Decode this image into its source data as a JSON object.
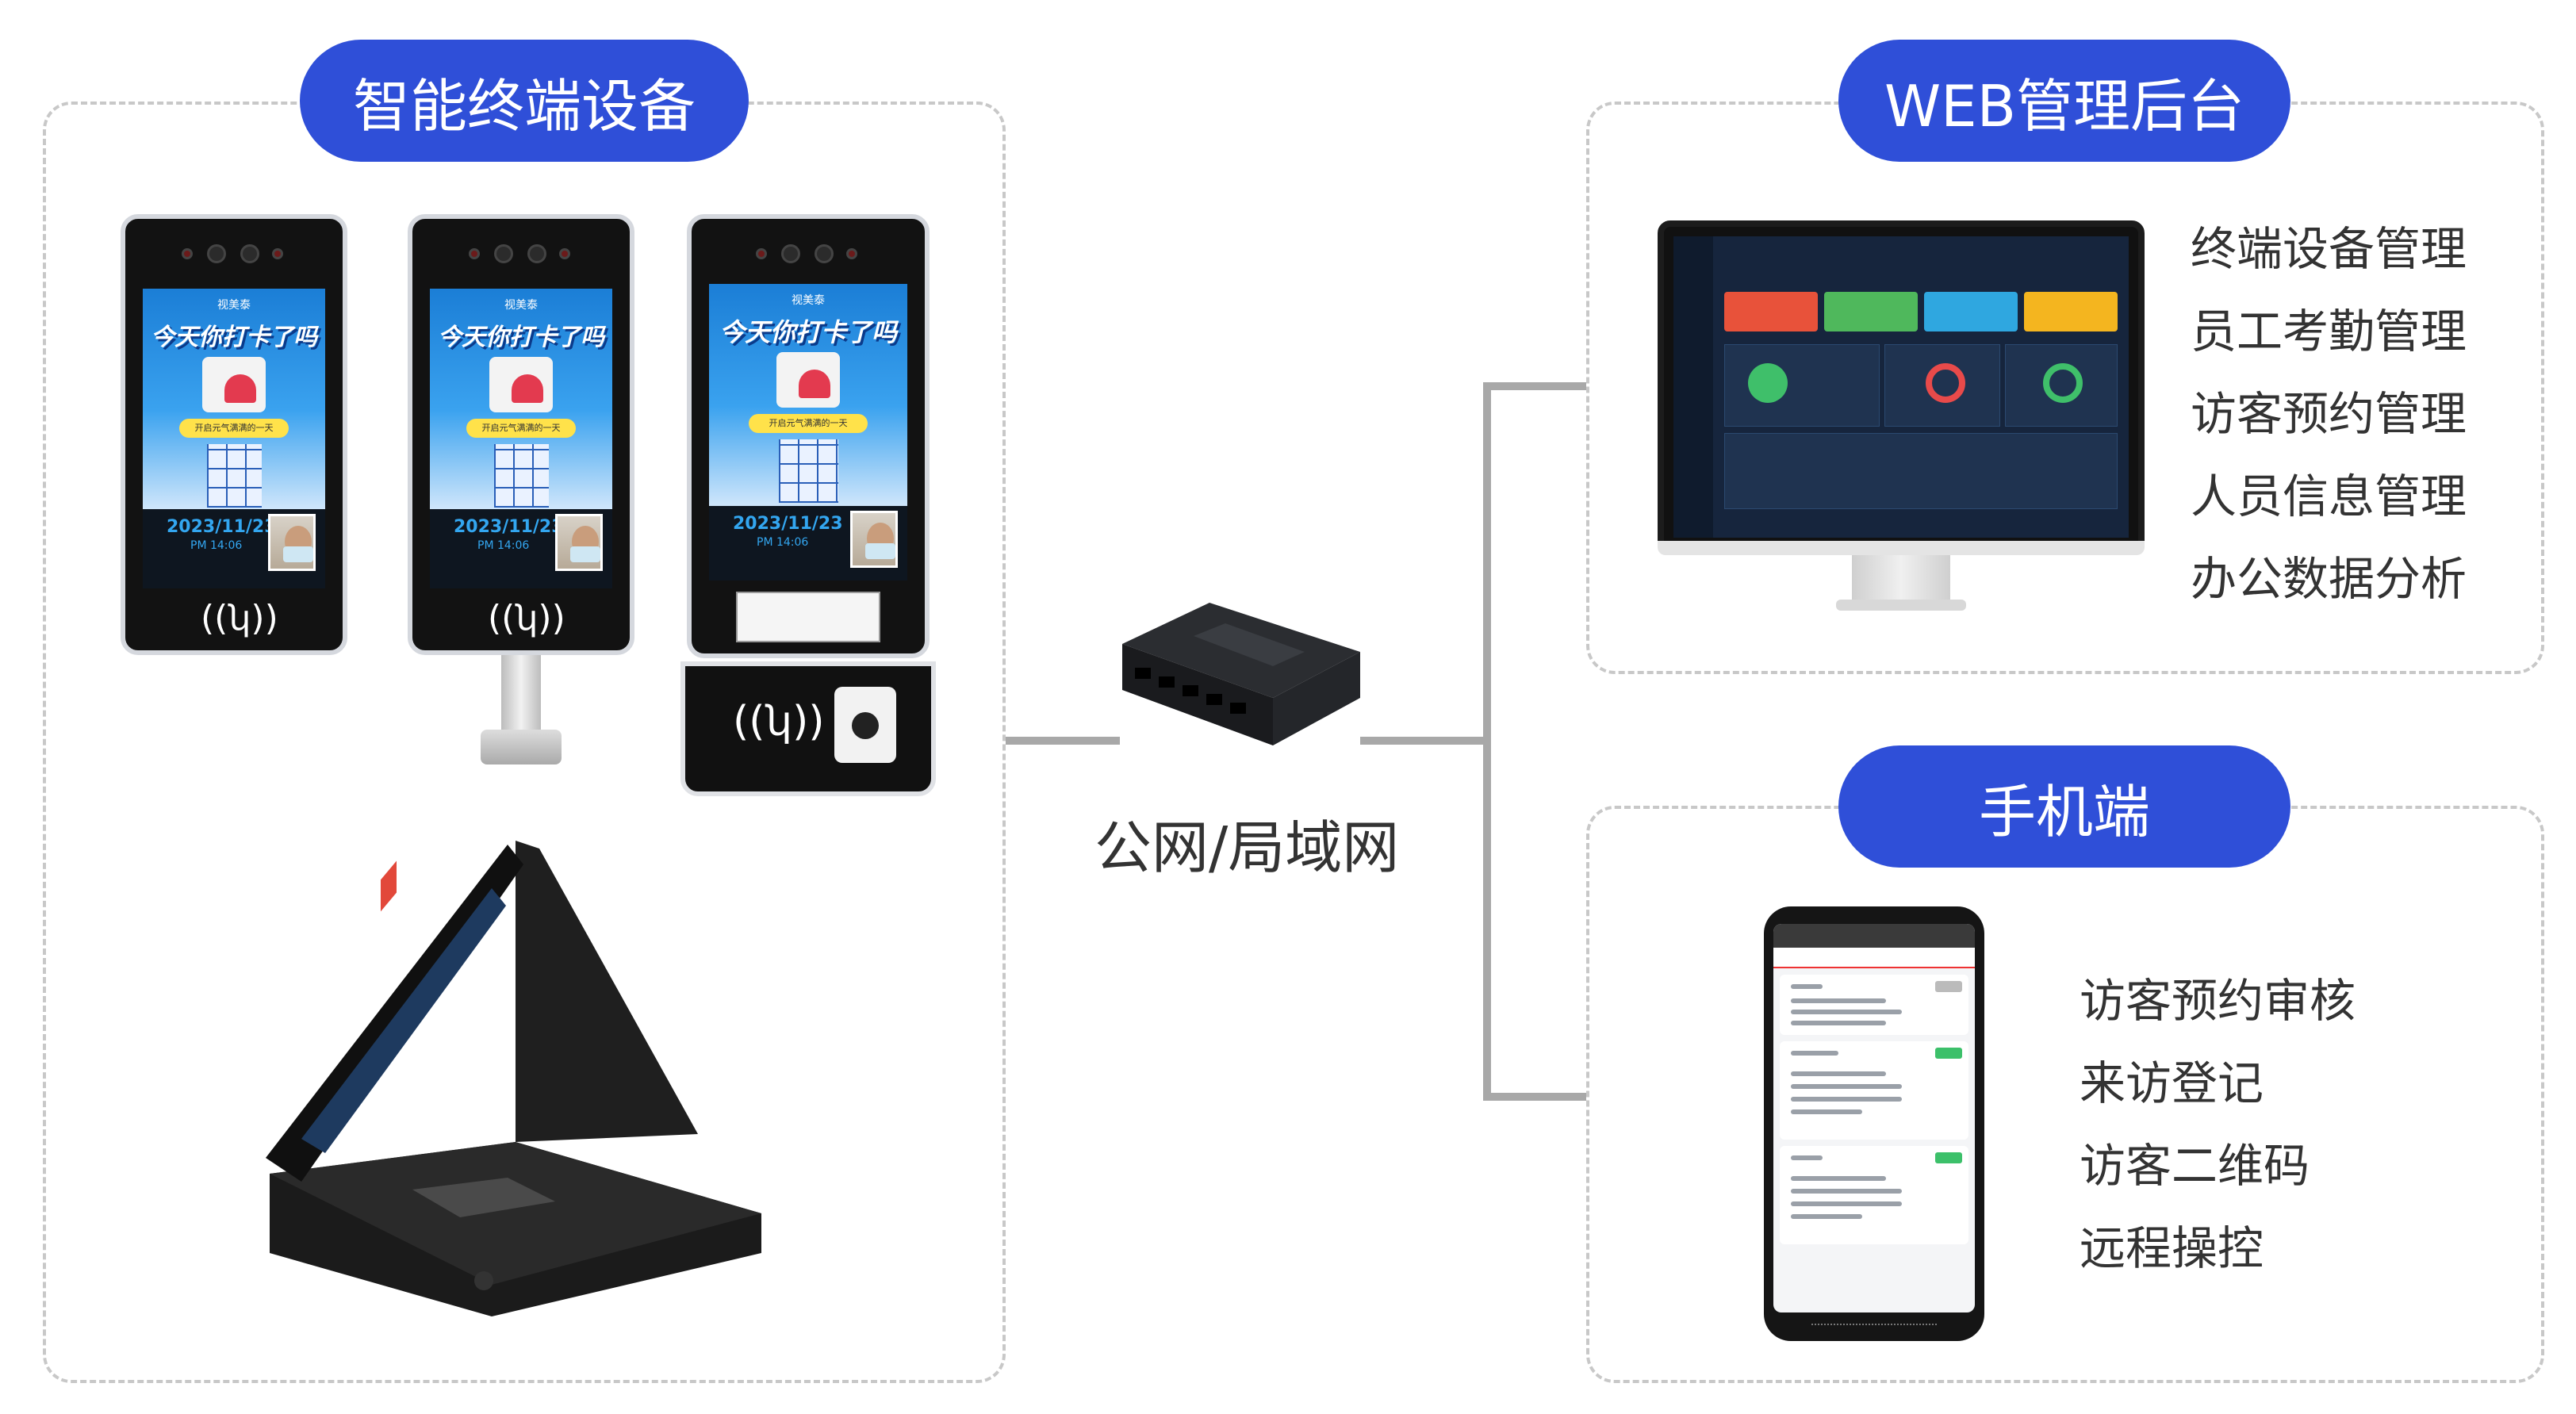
{
  "colors": {
    "accent": "#2f4fd8",
    "connector": "#a8a8a8",
    "dashed_border": "#c8c8c8"
  },
  "devices_panel": {
    "title": "智能终端设备"
  },
  "web_panel": {
    "title": "WEB管理后台",
    "features": [
      "终端设备管理",
      "员工考勤管理",
      "访客预约管理",
      "人员信息管理",
      "办公数据分析"
    ]
  },
  "mobile_panel": {
    "title": "手机端",
    "features": [
      "访客预约审核",
      "来访登记",
      "访客二维码",
      "远程操控"
    ]
  },
  "network": {
    "label": "公网/局域网"
  },
  "terminal_screen": {
    "logo": "视美泰",
    "slogan": "今天你打卡了吗",
    "caption": "开启元气满满的一天",
    "date": "2023/11/23",
    "time": "PM 14:06"
  },
  "icons": [
    "router-icon",
    "monitor-icon",
    "phone-icon",
    "nfc-icon",
    "camera-icon"
  ]
}
